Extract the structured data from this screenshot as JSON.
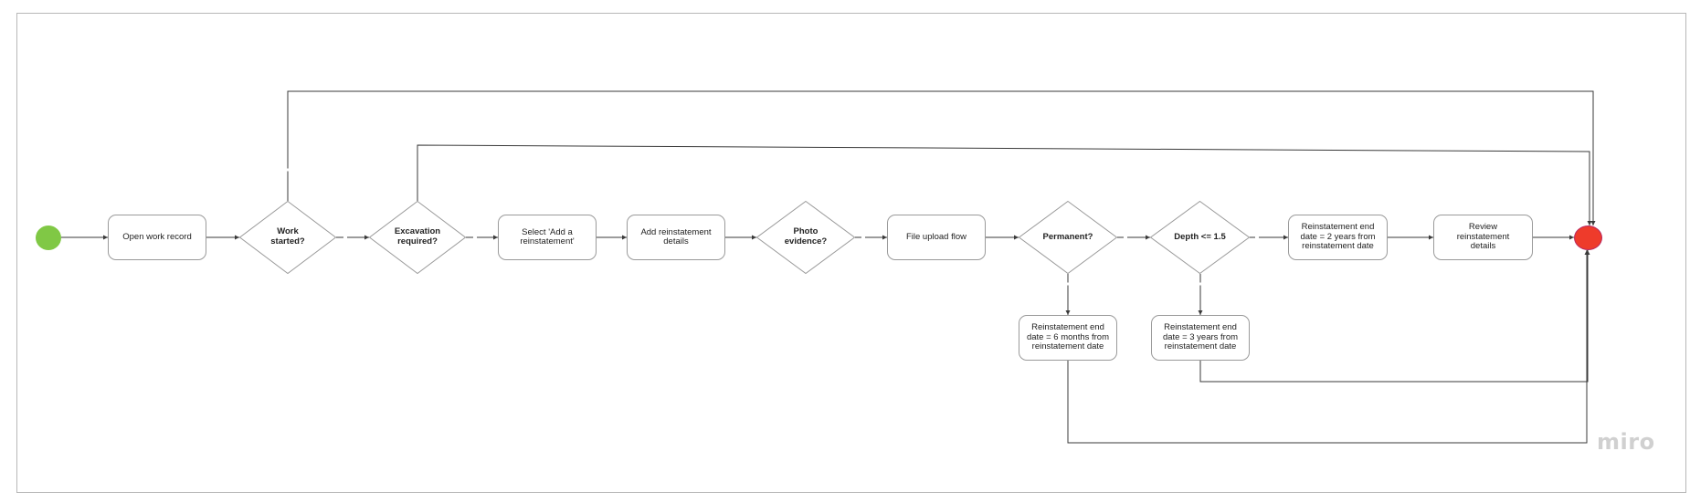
{
  "nodes": {
    "open_work_record": "Open work record",
    "work_started": "Work started?",
    "excavation_required": "Excavation required?",
    "select_add_reinstatement": "Select 'Add a reinstatement'",
    "add_reinstatement_details": "Add reinstatement details",
    "photo_evidence": "Photo evidence?",
    "file_upload_flow": "File upload flow",
    "permanent": "Permanent?",
    "depth_check": "Depth <= 1.5",
    "end_date_2_years": "Reinstatement end date = 2 years from reinstatement date",
    "review_details": "Review reinstatement details",
    "end_date_6_months": "Reinstatement end date = 6 months from reinstatement date",
    "end_date_3_years": "Reinstatement end date = 3 years from reinstatement date"
  },
  "colors": {
    "start": "#80c845",
    "end": "#ee3b2b",
    "line": "#3a3a3a",
    "border": "#9a9a9a"
  },
  "watermark": "miro"
}
